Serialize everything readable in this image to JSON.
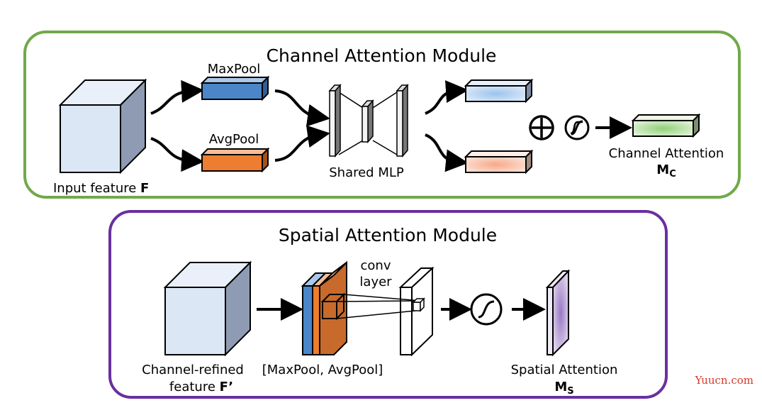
{
  "channel_module": {
    "title": "Channel Attention Module",
    "maxpool_label": "MaxPool",
    "avgpool_label": "AvgPool",
    "input_label": "Input feature ",
    "input_symbol": "F",
    "mlp_label": "Shared MLP",
    "output_label": "Channel Attention",
    "output_symbol": "M",
    "output_subscript": "C",
    "border_color": "#71a94a"
  },
  "spatial_module": {
    "title": "Spatial Attention Module",
    "input_label_line1": "Channel-refined",
    "input_label_line2": "feature ",
    "input_symbol": "F’",
    "pool_label": "[MaxPool, AvgPool]",
    "conv_label_line1": "conv",
    "conv_label_line2": "layer",
    "output_label": "Spatial Attention",
    "output_symbol": "M",
    "output_subscript": "S",
    "border_color": "#6a2fa0"
  },
  "watermark": "Yuucn.com",
  "icons": [
    "plus-circle-icon",
    "sigmoid-icon",
    "arrow-icon"
  ],
  "colors": {
    "maxpool": "#4a86c8",
    "avgpool": "#ed7d31",
    "channel_out": "#a9d18e",
    "spatial_out": "#b4a7d6"
  }
}
